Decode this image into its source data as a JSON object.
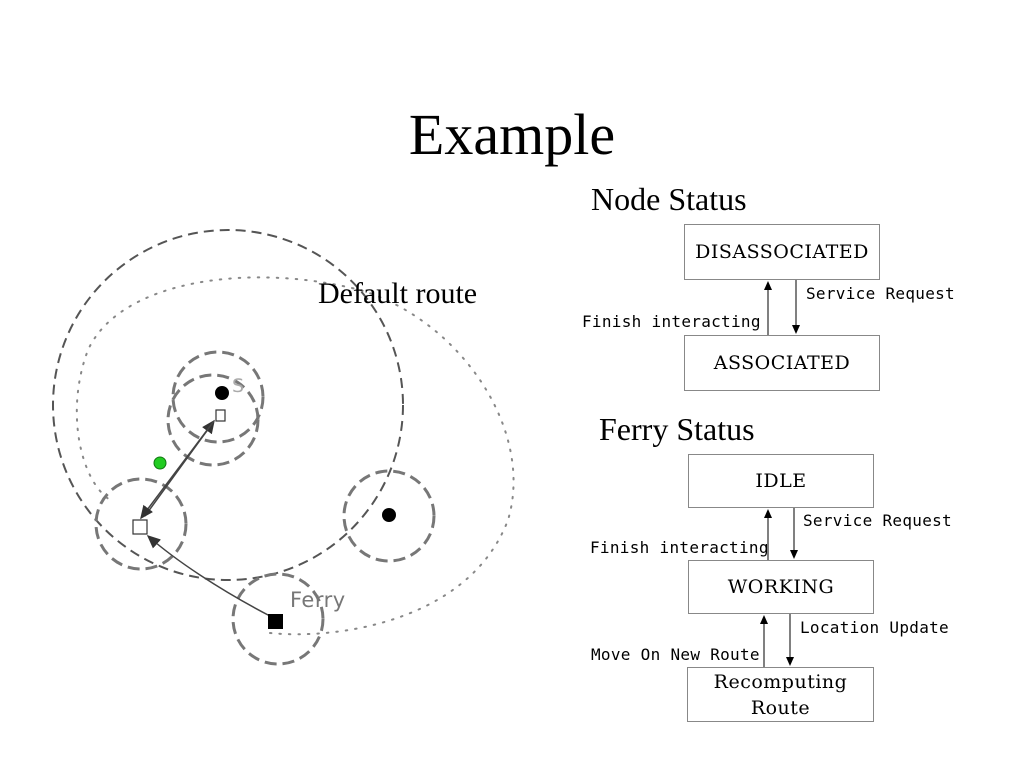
{
  "title": "Example",
  "scenario": {
    "default_route_label": "Default route",
    "ferry_label": "Ferry",
    "source_label": "S",
    "colors": {
      "dashed": "#555555",
      "dotted": "#888888",
      "highlight": "#22cc22"
    }
  },
  "node_status": {
    "heading": "Node Status",
    "states": [
      "DISASSOCIATED",
      "ASSOCIATED"
    ],
    "transitions": {
      "down": "Service Request",
      "up": "Finish interacting"
    }
  },
  "ferry_status": {
    "heading": "Ferry Status",
    "states": [
      "IDLE",
      "WORKING",
      "Recomputing Route"
    ],
    "transitions": [
      {
        "down": "Service Request",
        "up": "Finish interacting"
      },
      {
        "down": "Location Update",
        "up": "Move On New Route"
      }
    ]
  }
}
